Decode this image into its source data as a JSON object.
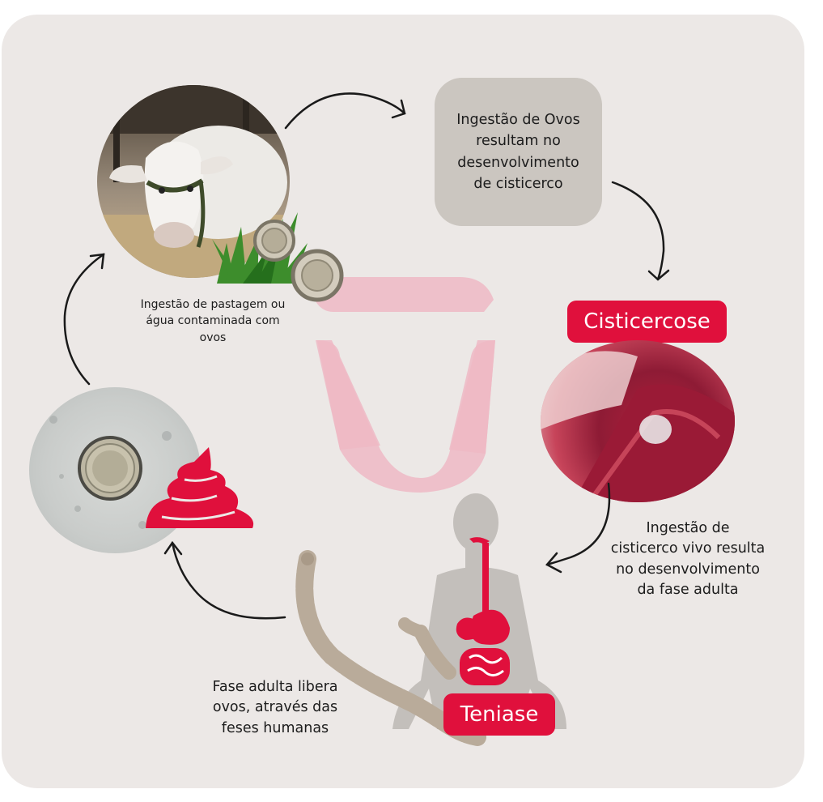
{
  "labels": {
    "ingestao_ovos": "Ingestão de Ovos\nresultam no\ndesenvolvimento\nde cisticerco",
    "cisticercose": "Cisticercose",
    "ingestao_cisticerco": "Ingestão de\ncisticerco vivo resulta\nno desenvolvimento\nda fase adulta",
    "teniase": "Teniase",
    "fase_adulta": "Fase adulta libera\novos, através das\nfeses humanas",
    "ingestao_pastagem": "Ingestão de pastagem ou\nágua contaminada com\novos"
  },
  "colors": {
    "background_card": "#ece8e6",
    "step_box": "#cbc6c0",
    "accent_red": "#e0103c",
    "logo_pink": "#efb8c4",
    "arrow": "#1a1a1a"
  },
  "icons": [
    "cow-photo",
    "grass-icon",
    "egg-icon",
    "tissue-photo",
    "human-silhouette-icon",
    "digestive-system-icon",
    "tapeworm-icon",
    "microscope-egg-photo",
    "feces-icon",
    "bull-logo-icon"
  ]
}
